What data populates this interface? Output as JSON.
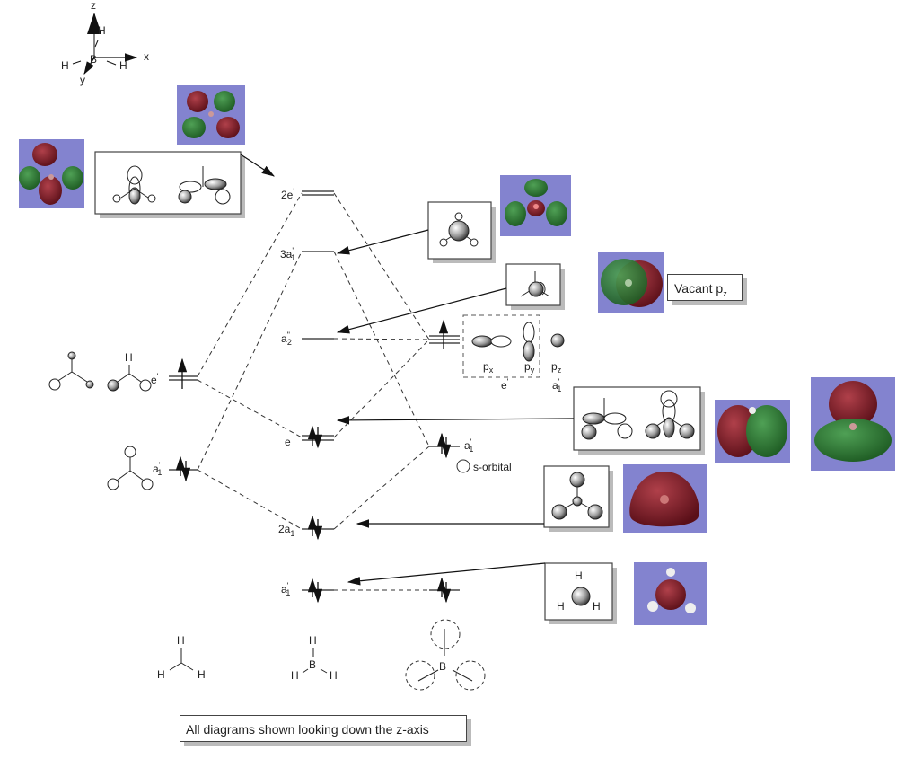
{
  "axes": {
    "z": "z",
    "x": "x",
    "y": "y",
    "center_atom": "B",
    "h_atom": "H"
  },
  "mo_levels": [
    {
      "id": "2e-prime",
      "label": "2e'",
      "occupancy": 0
    },
    {
      "id": "3a1-prime",
      "label": "3a'1",
      "occupancy": 0
    },
    {
      "id": "a2-double-prime",
      "label": "a\"2",
      "occupancy": 0
    },
    {
      "id": "e",
      "label": "e",
      "occupancy": 4
    },
    {
      "id": "2a1",
      "label": "2a1",
      "occupancy": 2
    },
    {
      "id": "a1-prime",
      "label": "a'1",
      "occupancy": 2
    }
  ],
  "labels": {
    "mo_2e": "2e",
    "mo_2e_sup": "'",
    "mo_3a1": "3a",
    "mo_3a1_sup": "'",
    "mo_3a1_sub": "1",
    "mo_a2": "a",
    "mo_a2_sup": "\"",
    "mo_a2_sub": "2",
    "mo_e": "e",
    "mo_2a1": "2a",
    "mo_2a1_sub": "1",
    "mo_a1": "a",
    "mo_a1_sup": "'",
    "mo_a1_sub": "1",
    "h3_e": "e",
    "h3_e_sup": "'",
    "h3_a1": "a",
    "h3_a1_sup": "'",
    "h3_a1_sub": "1",
    "b_px": "p",
    "b_px_sub": "x",
    "b_py": "p",
    "b_py_sub": "y",
    "b_pz": "p",
    "b_pz_sub": "z",
    "b_e": "e",
    "b_e_sup": "'",
    "b_a1_p": "a",
    "b_a1_p_sup": "'",
    "b_a1_p_sub": "1",
    "b_a1_s": "a",
    "b_a1_s_sup": "'",
    "b_a1_s_sub": "1",
    "s_orbital": "s-orbital",
    "h_atom": "H",
    "b_atom": "B",
    "vacant_pz": "Vacant p",
    "vacant_pz_sub": "z",
    "footnote": "All diagrams shown looking down the z-axis"
  },
  "fragments": {
    "left": "H3 fragment (three H atoms)",
    "center": "BH3",
    "right": "B atom"
  },
  "colors": {
    "orbital_background": "#8383cf",
    "lobe_positive": "#7a1a25",
    "lobe_negative": "#2f7a34",
    "level_line": "#777777"
  }
}
